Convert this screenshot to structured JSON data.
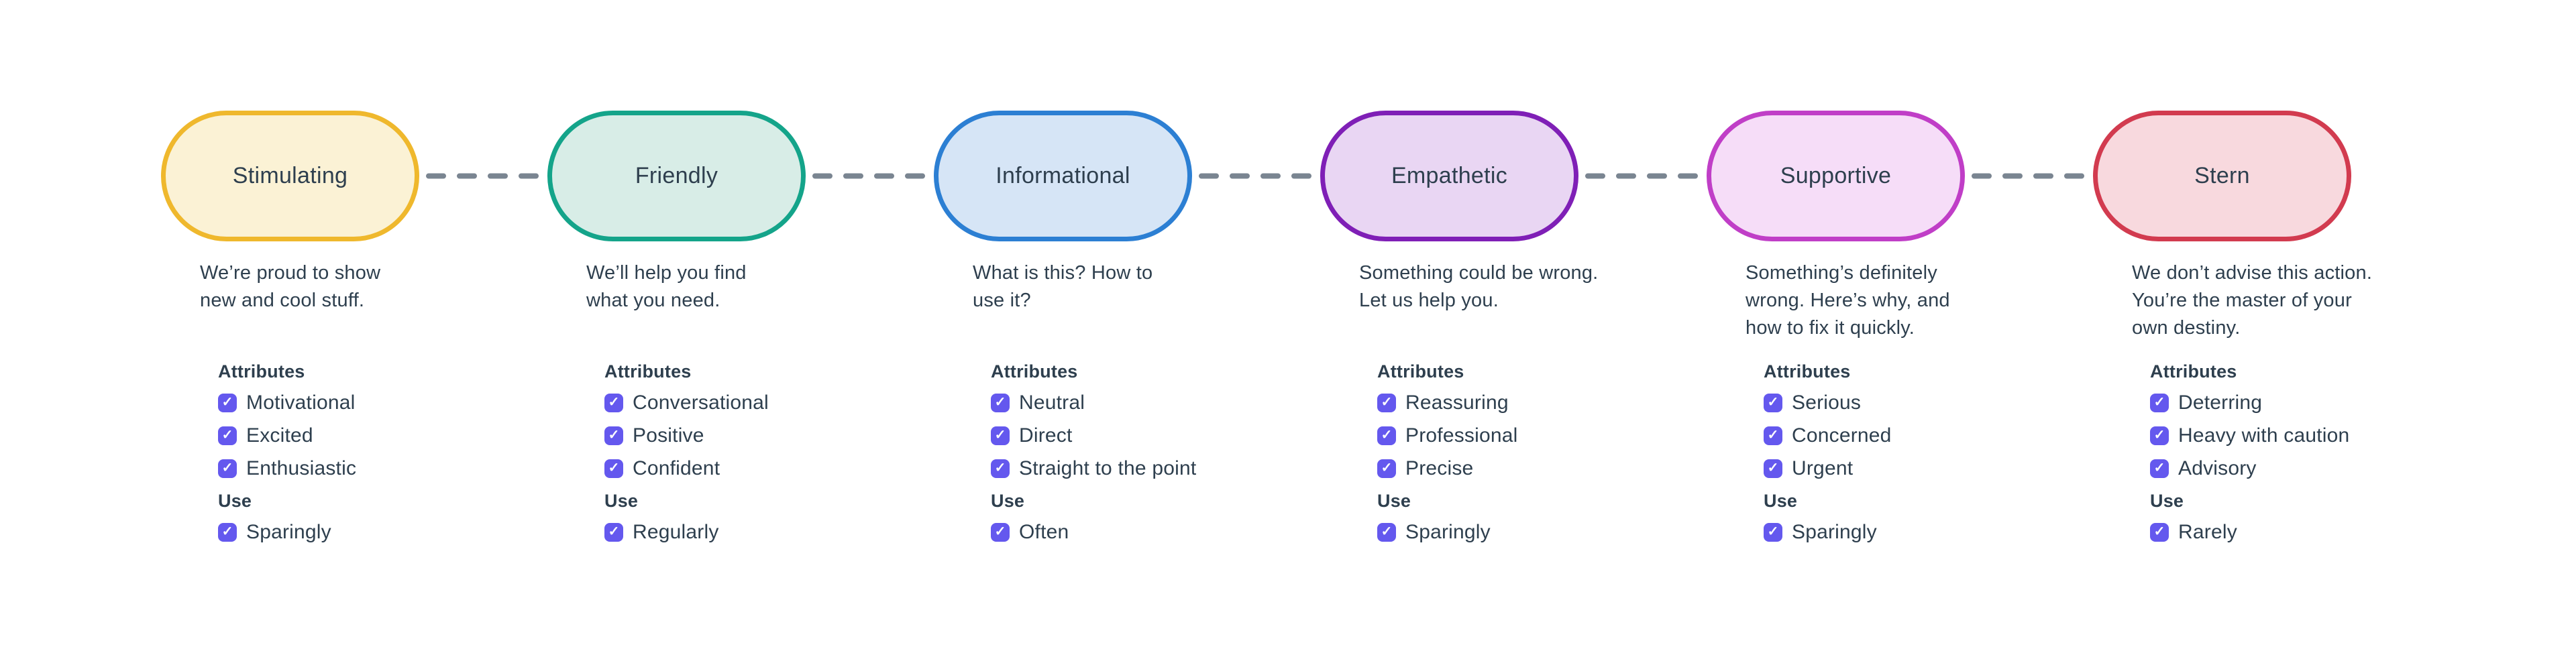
{
  "palette": {
    "background": "#ffffff",
    "text_color": "#2e3f4e",
    "checkbox_color": "#6458ee",
    "checkmark_color": "#ffffff",
    "connector_color": "#7a8591"
  },
  "icons": {
    "checkmark": "✓"
  },
  "labels": {
    "attributes": "Attributes",
    "use": "Use"
  },
  "checkbox_state_all": "checked",
  "nodes": [
    {
      "id": "stimulating",
      "label": "Stimulating",
      "border_color": "#efb82d",
      "fill_color": "#fbf2d5",
      "description": "We’re proud to show\nnew and cool stuff.",
      "attributes": [
        "Motivational",
        "Excited",
        "Enthusiastic"
      ],
      "use": "Sparingly"
    },
    {
      "id": "friendly",
      "label": "Friendly",
      "border_color": "#14a48a",
      "fill_color": "#d8ede7",
      "description": "We’ll help you find\nwhat you need.",
      "attributes": [
        "Conversational",
        "Positive",
        "Confident"
      ],
      "use": "Regularly"
    },
    {
      "id": "informational",
      "label": "Informational",
      "border_color": "#2c7fd3",
      "fill_color": "#d6e5f6",
      "description": "What is this? How to\nuse it?",
      "attributes": [
        "Neutral",
        "Direct",
        "Straight to the point"
      ],
      "use": "Often"
    },
    {
      "id": "empathetic",
      "label": "Empathetic",
      "border_color": "#7f1fb6",
      "fill_color": "#e9d6f3",
      "description": "Something could be wrong.\nLet us help you.",
      "attributes": [
        "Reassuring",
        "Professional",
        "Precise"
      ],
      "use": "Sparingly"
    },
    {
      "id": "supportive",
      "label": "Supportive",
      "border_color": "#c03ec7",
      "fill_color": "#f6ddf8",
      "description": "Something’s definitely\nwrong. Here’s why, and\nhow to fix it quickly.",
      "attributes": [
        "Serious",
        "Concerned",
        "Urgent"
      ],
      "use": "Sparingly"
    },
    {
      "id": "stern",
      "label": "Stern",
      "border_color": "#d23b4f",
      "fill_color": "#f8d9de",
      "description": "We don’t advise this action.\nYou’re the master of your\nown destiny.",
      "attributes": [
        "Deterring",
        "Heavy with caution",
        "Advisory"
      ],
      "use": "Rarely"
    }
  ]
}
